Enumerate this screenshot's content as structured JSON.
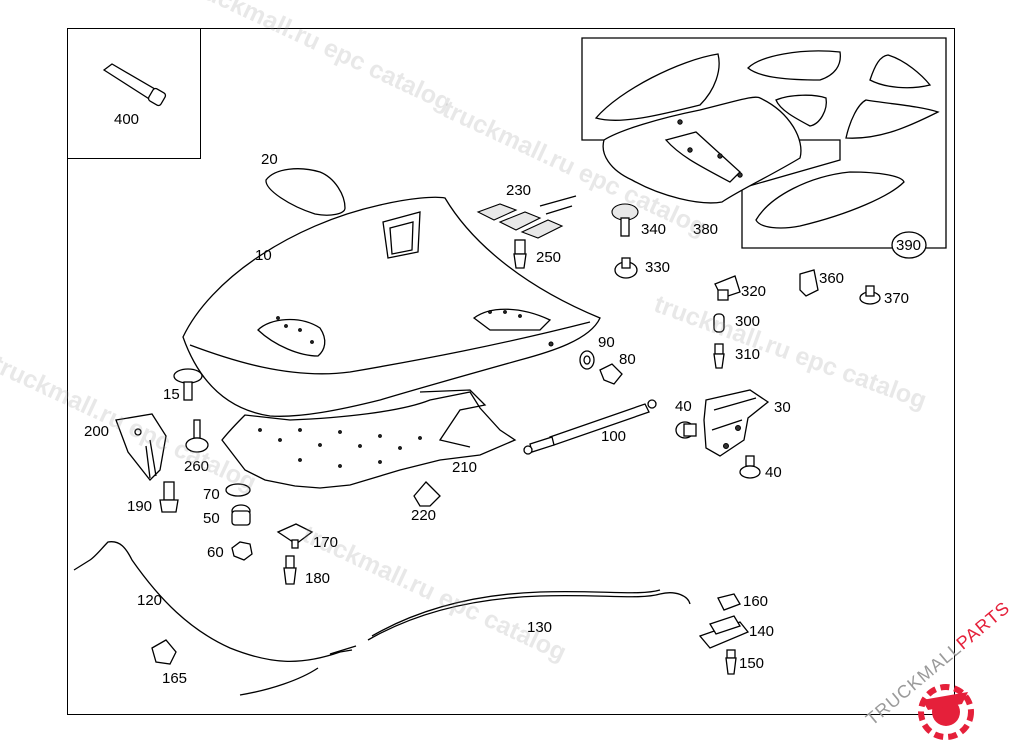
{
  "diagram": {
    "callouts": {
      "c10": "10",
      "c15": "15",
      "c20": "20",
      "c30": "30",
      "c40a": "40",
      "c40b": "40",
      "c50": "50",
      "c60": "60",
      "c70": "70",
      "c80": "80",
      "c90": "90",
      "c100": "100",
      "c120": "120",
      "c130": "130",
      "c140": "140",
      "c150": "150",
      "c160": "160",
      "c165": "165",
      "c170": "170",
      "c180": "180",
      "c190": "190",
      "c200": "200",
      "c210": "210",
      "c220": "220",
      "c230": "230",
      "c250": "250",
      "c260": "260",
      "c300": "300",
      "c310": "310",
      "c320": "320",
      "c330": "330",
      "c340": "340",
      "c360": "360",
      "c370": "370",
      "c380": "380",
      "c390": "390",
      "c400": "400"
    }
  },
  "watermarks": {
    "w1": "truckmall.ru epc catalog",
    "w2": "truckmall.ru epc catalog",
    "w3": "truckmall.ru epc catalog",
    "w4": "truckmall.ru epc catalog",
    "w5": "truckmall.ru epc catalog"
  },
  "logo": {
    "text_primary": "TRUCKMALL",
    "text_accent": "PARTS",
    "accent_color": "#e5203a",
    "primary_color": "#9a9a9a"
  }
}
